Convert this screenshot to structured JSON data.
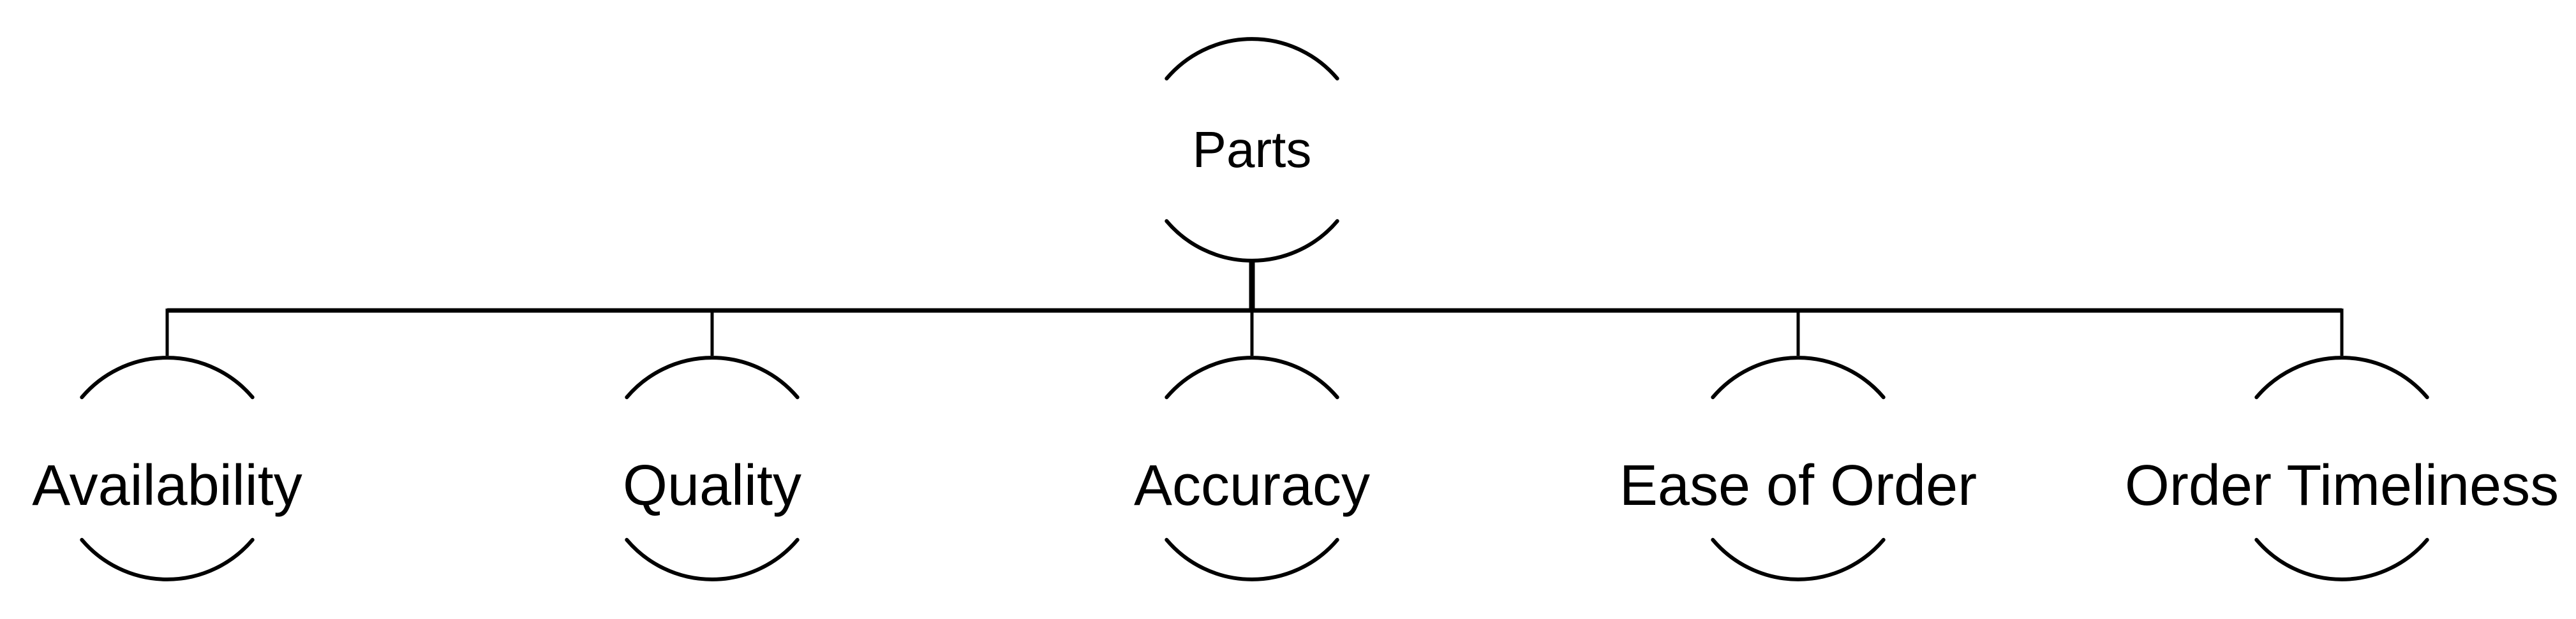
{
  "diagram": {
    "type": "hierarchy-tree",
    "root": {
      "label": "Parts"
    },
    "children": [
      {
        "label": "Availability"
      },
      {
        "label": "Quality"
      },
      {
        "label": "Accuracy"
      },
      {
        "label": "Ease of Order"
      },
      {
        "label": "Order Timeliness"
      }
    ],
    "colors": {
      "line": "#000000",
      "text": "#000000",
      "background": "#ffffff"
    }
  }
}
